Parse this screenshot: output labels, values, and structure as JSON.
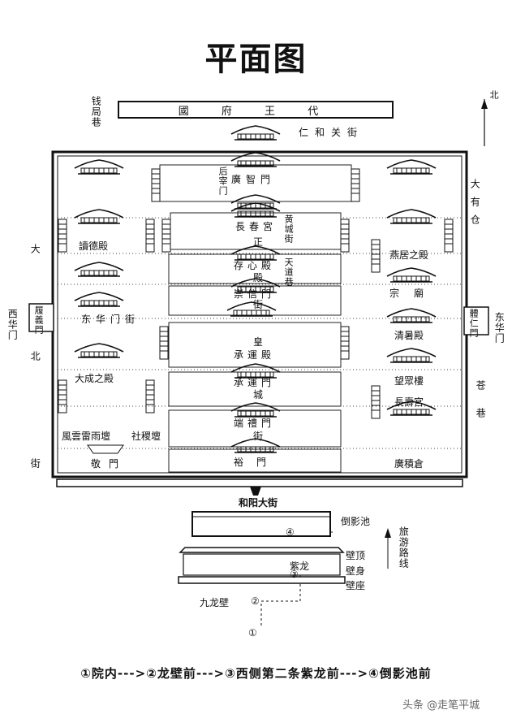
{
  "title": "平面图",
  "north": "北",
  "banner": "國 府 王 代",
  "labels": {
    "qianjuxiang": "钱局巷",
    "renheguanjie": "仁和关街",
    "dayoucang": "大有仓",
    "xihuamen": "西华门",
    "dabeijie": "大北街",
    "donghuamen": "东华门",
    "cangxiang": "苍巷",
    "dongkuamen_left": "东华门街",
    "huangchengjie": "黄城街",
    "tiandaoxiang": "天道巷",
    "lvyouluxian": "旅游路线",
    "heyang": "和阳大街",
    "daoyingchi": "倒影池",
    "bidin": "壁顶",
    "bishen": "壁身",
    "bizuo": "壁座",
    "zilong": "紫龙",
    "jiulongbi": "九龙壁",
    "gate_west": "履義門",
    "gate_east": "體仁門"
  },
  "halls_center": [
    "廣智門",
    "長春宮",
    "存心殿",
    "崇信門",
    "承運殿",
    "承運門",
    "端禮門",
    "裕門"
  ],
  "center_marks": {
    "zheng": "正",
    "dian": "殿",
    "jie": "街",
    "huang": "皇",
    "cheng": "城",
    "jie2": "街",
    "houzaimen": "后宰门"
  },
  "halls_left": [
    "讀德殿",
    "大成之殿",
    "風雲雷雨壇",
    "社稷壇",
    "敬門"
  ],
  "halls_right": [
    "燕居之殿",
    "宗廟",
    "清暑殿",
    "望眾樓",
    "長壽宮",
    "廣積倉"
  ],
  "markers": [
    "①",
    "②",
    "③",
    "④"
  ],
  "legend": "①院内--->②龙壁前--->③西侧第二条紫龙前--->④倒影池前",
  "watermark": "头条 @走笔平城"
}
